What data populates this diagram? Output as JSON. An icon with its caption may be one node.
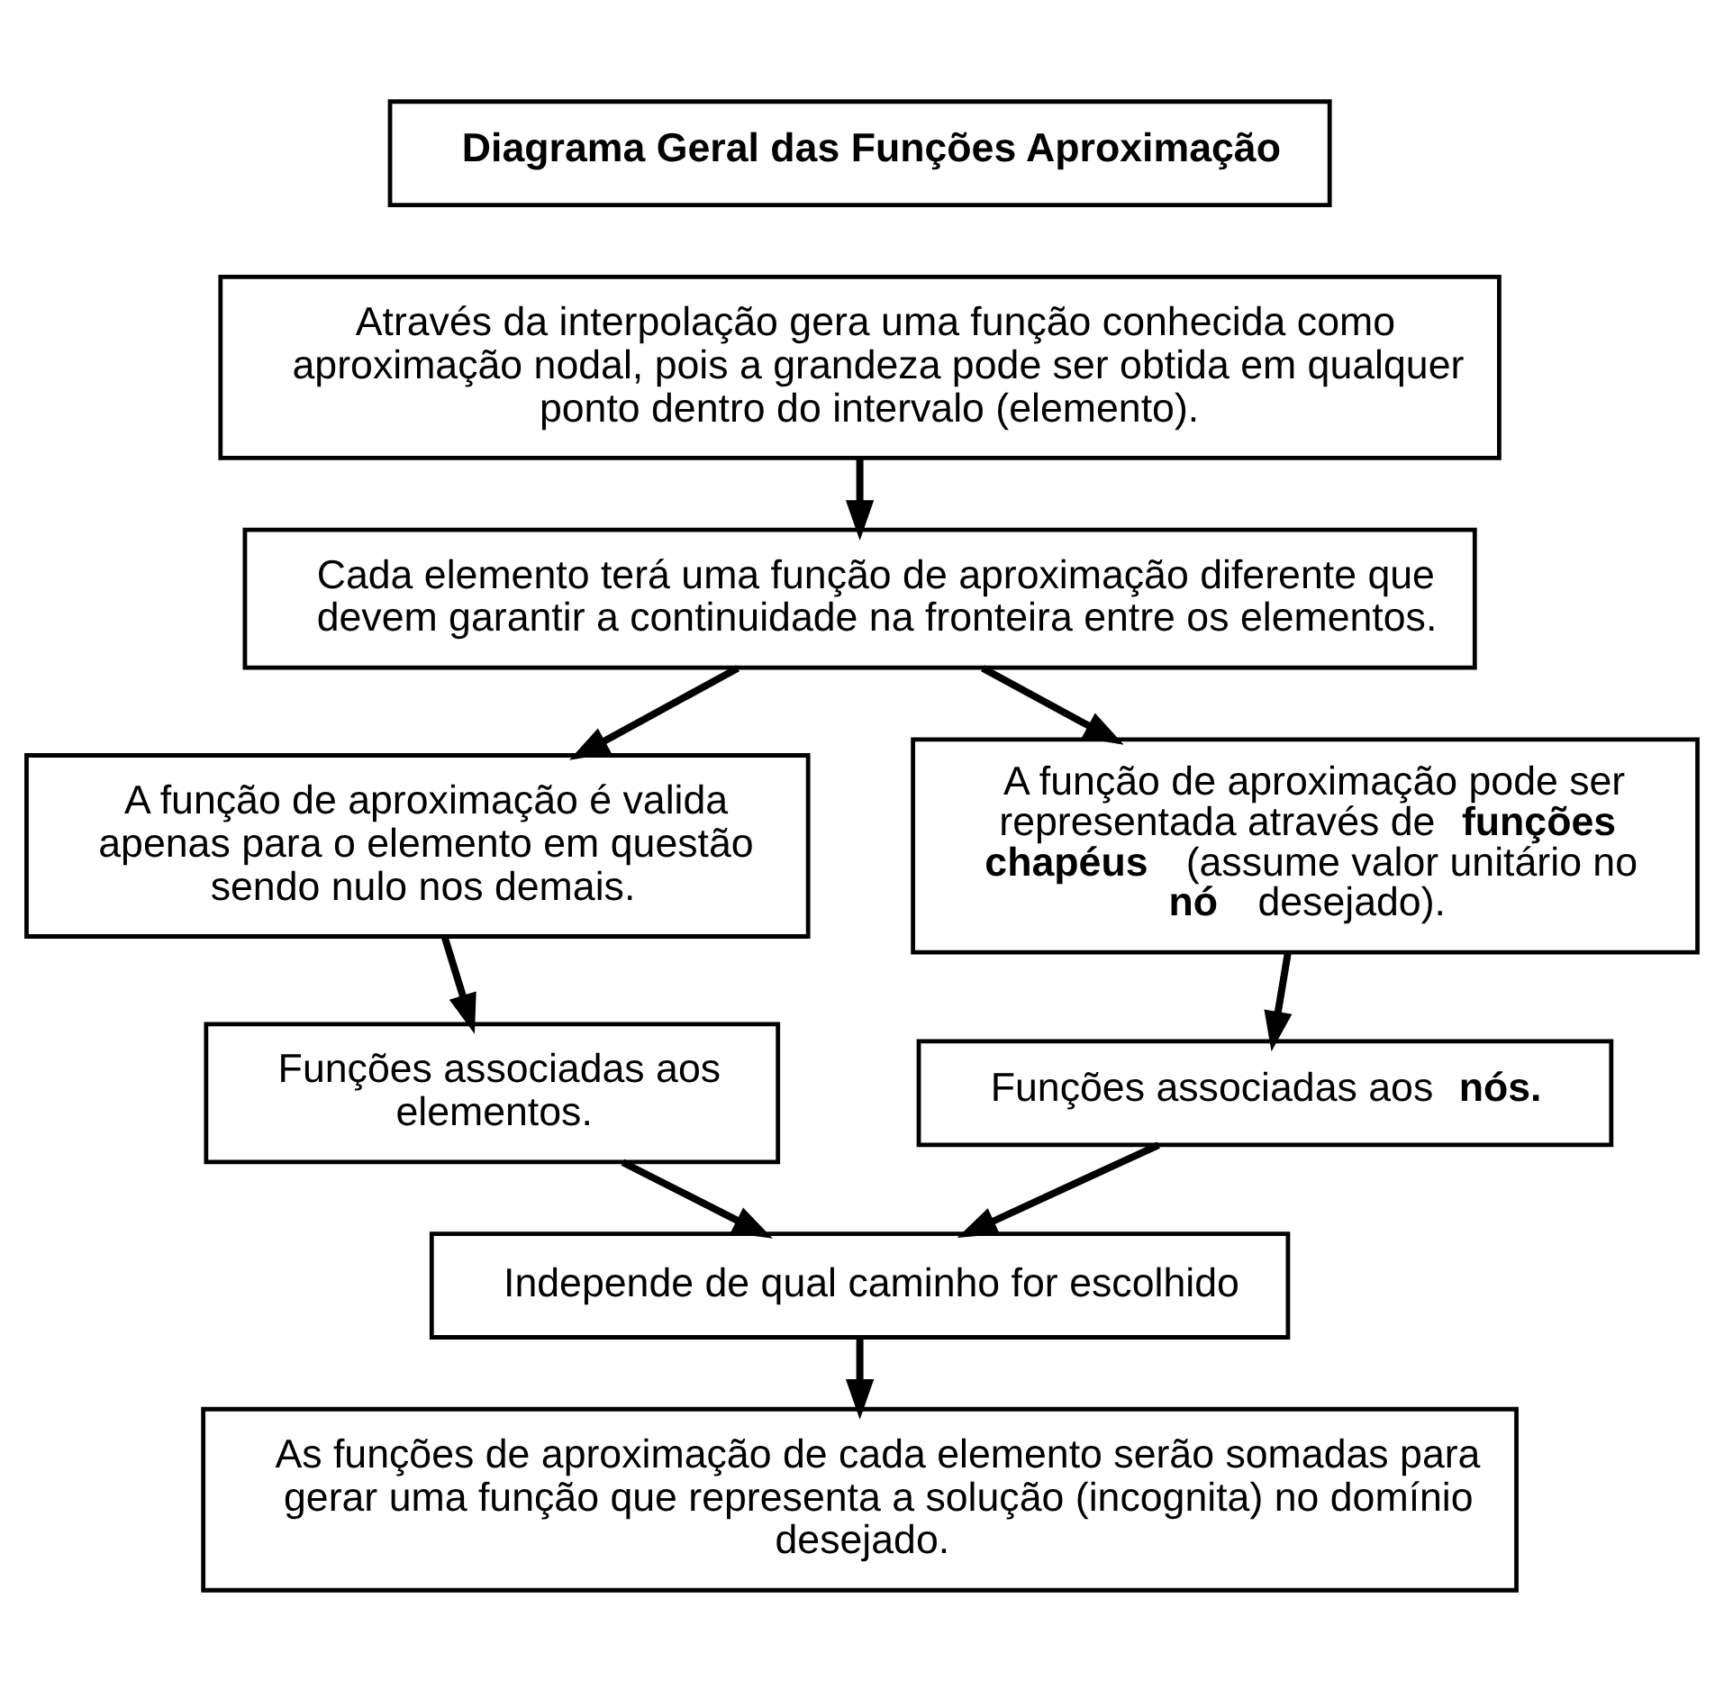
{
  "diagram": {
    "nodes": [
      {
        "text": [
          "Diagrama Geral das Funções Aproximação"
        ]
      },
      {
        "text": [
          "Através da interpolação gera uma função conhecida como aproximação nodal, pois a grandeza pode ser obtida em qualquer ponto dentro do intervalo (elemento)."
        ]
      },
      {
        "text": [
          "Cada elemento terá uma função de aproximação diferente que devem garantir a continuidade na fronteira entre os elementos."
        ]
      },
      {
        "text": [
          "A função de aproximação é valida apenas para o elemento em questão sendo nulo nos demais."
        ]
      },
      {
        "text": [
          "A função de aproximação pode ser representada através de **funções chapéus** (assume valor unitário no **nó** desejado)."
        ]
      },
      {
        "text": [
          "Funções associadas aos elementos."
        ]
      },
      {
        "text": [
          "Funções associadas aos **nós.**"
        ]
      },
      {
        "text": [
          "Independe de qual caminho for escolhido"
        ]
      },
      {
        "text": [
          "As funções de aproximação de cada elemento serão somadas para gerar uma função que representa a solução (incognita) no domínio desejado."
        ]
      }
    ],
    "edges": [
      {
        "from": 1,
        "to": 2,
        "arrow": "to"
      },
      {
        "from": 2,
        "to": 3,
        "arrow": "to"
      },
      {
        "from": 2,
        "to": 4,
        "arrow": "to"
      },
      {
        "from": 3,
        "to": 5,
        "arrow": "to"
      },
      {
        "from": 4,
        "to": 6,
        "arrow": "to"
      },
      {
        "from": 5,
        "to": 7,
        "arrow": "to"
      },
      {
        "from": 6,
        "to": 7,
        "arrow": "to"
      },
      {
        "from": 7,
        "to": 8,
        "arrow": "to"
      }
    ]
  }
}
